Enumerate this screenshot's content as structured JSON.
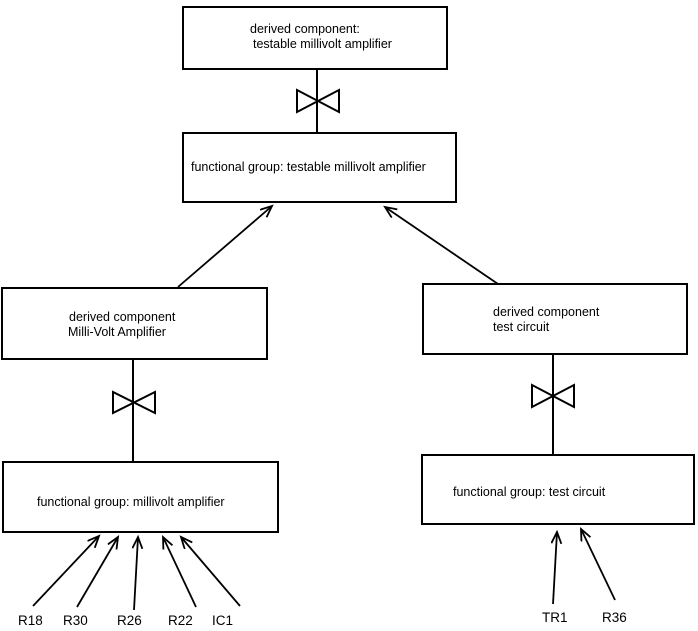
{
  "colors": {
    "background": "#ffffff",
    "line": "#000000"
  },
  "nodes": {
    "derived_testable": {
      "line1": "derived component:",
      "line2": "testable millivolt amplifier"
    },
    "fg_testable": {
      "label": "functional group: testable millivolt amplifier"
    },
    "derived_mva": {
      "line1": "derived component",
      "line2": "Milli-Volt Amplifier"
    },
    "fg_mva": {
      "label": "functional group: millivolt amplifier"
    },
    "derived_test": {
      "line1": "derived component",
      "line2": "test circuit"
    },
    "fg_test": {
      "label": "functional group: test circuit"
    }
  },
  "components": {
    "left": [
      "R18",
      "R30",
      "R26",
      "R22",
      "IC1"
    ],
    "right": [
      "TR1",
      "R36"
    ]
  }
}
